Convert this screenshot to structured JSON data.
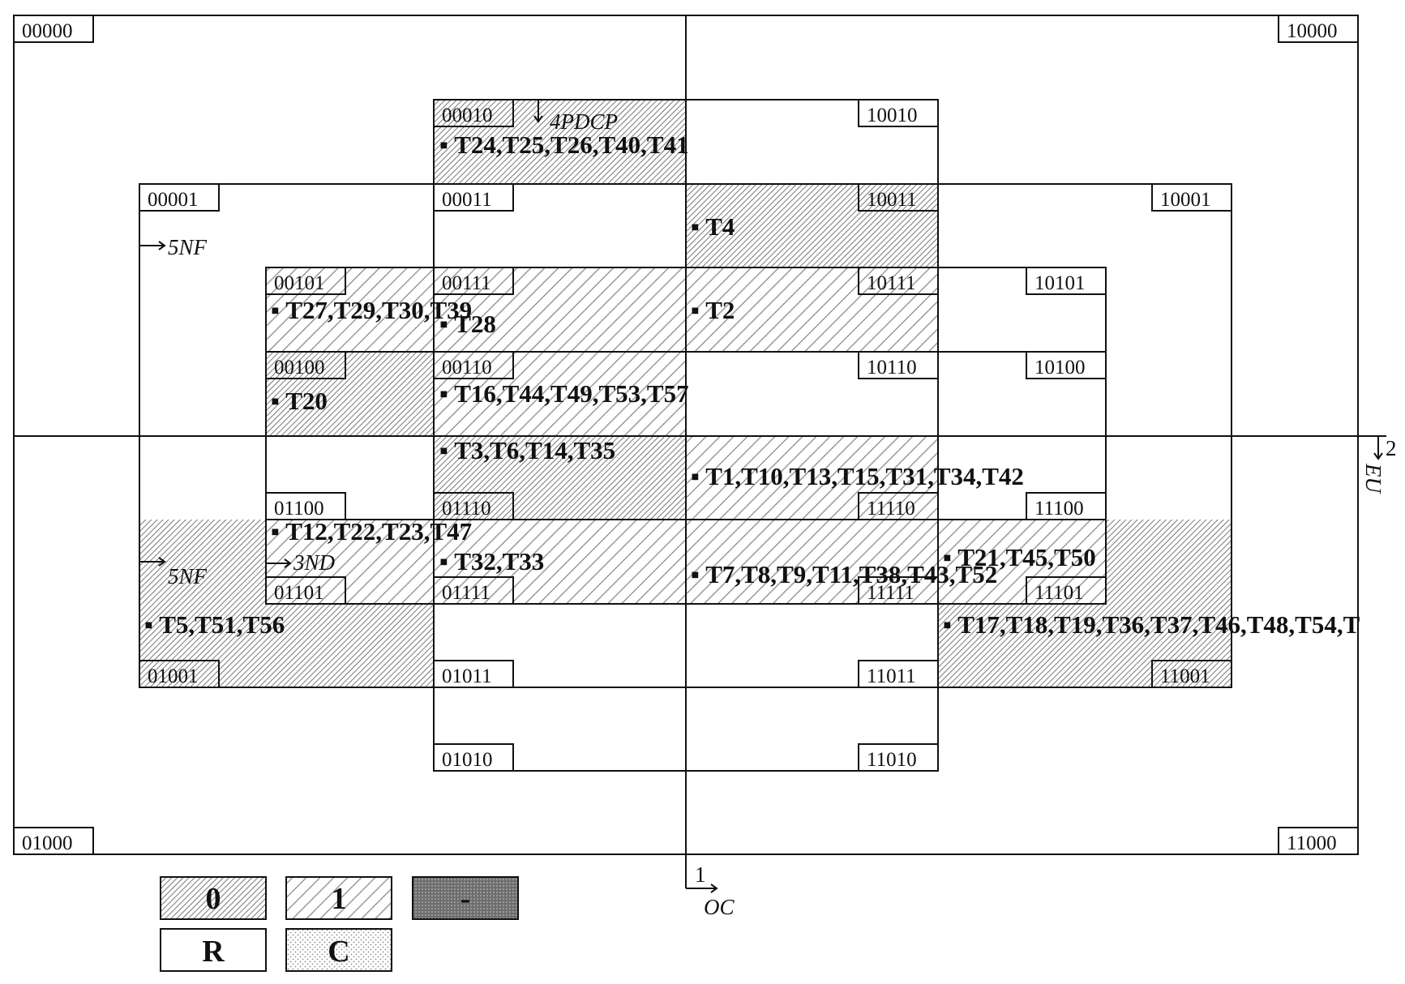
{
  "corner_codes": {
    "top_left": "00000",
    "top_right": "10000",
    "bottom_left": "01000",
    "bottom_right": "11000"
  },
  "region_codes": {
    "c00010": "00010",
    "c10010": "10010",
    "c00001": "00001",
    "c00011": "00011",
    "c10011": "10011",
    "c10001": "10001",
    "c00101": "00101",
    "c00111": "00111",
    "c10111": "10111",
    "c10101": "10101",
    "c00100": "00100",
    "c00110": "00110",
    "c10110": "10110",
    "c10100": "10100",
    "c01100": "01100",
    "c01110": "01110",
    "c11110": "11110",
    "c11100": "11100",
    "c01101": "01101",
    "c01111": "01111",
    "c11111": "11111",
    "c11101": "11101",
    "c01001": "01001",
    "c01011": "01011",
    "c11011": "11011",
    "c11001": "11001",
    "c01010": "01010",
    "c11010": "11010"
  },
  "task_groups": {
    "g1": "T24,T25,T26,T40,T41",
    "g2": "T4",
    "g3": "T27,T29,T30,T39",
    "g4": "T28",
    "g5": "T2",
    "g6": "T20",
    "g7": "T16,T44,T49,T53,T57",
    "g8": "T3,T6,T14,T35",
    "g9": "T1,T10,T13,T15,T31,T34,T42",
    "g10": "T12,T22,T23,T47",
    "g11": "T32,T33",
    "g12": "T7,T8,T9,T11,T38,T43,T52",
    "g13": "T21,T45,T50",
    "g14": "T5,T51,T56",
    "g15": "T17,T18,T19,T36,T37,T46,T48,T54,T"
  },
  "axes": {
    "a1_num": "1",
    "a1_name": "OC",
    "a2_num": "2",
    "a2_name": "EU",
    "a3": "3ND",
    "a4": "4PDCP",
    "a5_top": "5NF",
    "a5_bottom": "5NF"
  },
  "legend": {
    "zero": "0",
    "one": "1",
    "dash": "-",
    "r": "R",
    "c": "C"
  }
}
